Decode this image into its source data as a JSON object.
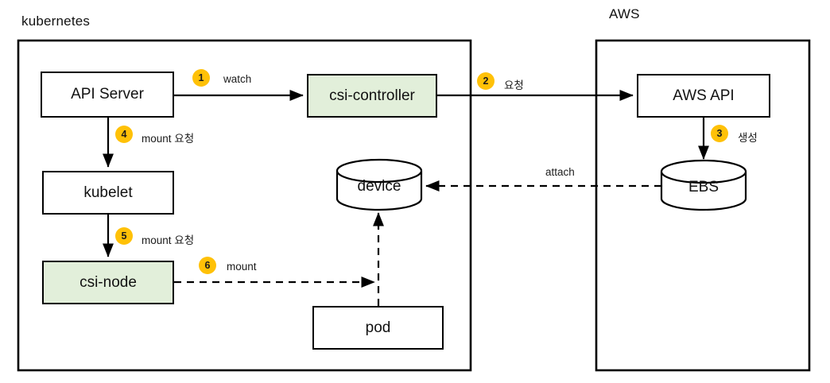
{
  "diagram": {
    "title_k8s": "kubernetes",
    "title_aws": "AWS",
    "colors": {
      "badge": "#ffc107",
      "node_fill": "#ffffff",
      "node_fill_green": "#e2efda",
      "stroke": "#000000",
      "text": "#111111"
    }
  },
  "zones": [
    {
      "name": "kubernetes",
      "label": "kubernetes"
    },
    {
      "name": "aws",
      "label": "AWS"
    }
  ],
  "nodes": [
    {
      "id": "api-server",
      "label": "API Server",
      "fill": "white"
    },
    {
      "id": "csi-controller",
      "label": "csi-controller",
      "fill": "green"
    },
    {
      "id": "aws-api",
      "label": "AWS API",
      "fill": "white"
    },
    {
      "id": "kubelet",
      "label": "kubelet",
      "fill": "white"
    },
    {
      "id": "csi-node",
      "label": "csi-node",
      "fill": "green"
    },
    {
      "id": "pod",
      "label": "pod",
      "fill": "white"
    }
  ],
  "cylinders": [
    {
      "id": "device",
      "label": "device"
    },
    {
      "id": "ebs",
      "label": "EBS"
    }
  ],
  "steps": [
    {
      "num": "1",
      "label": "watch",
      "from": "api-server",
      "to": "csi-controller",
      "style": "solid"
    },
    {
      "num": "2",
      "label": "요청",
      "from": "csi-controller",
      "to": "aws-api",
      "style": "solid"
    },
    {
      "num": "3",
      "label": "생성",
      "from": "aws-api",
      "to": "ebs",
      "style": "solid"
    },
    {
      "num": "4",
      "label": "mount 요청",
      "from": "api-server",
      "to": "kubelet",
      "style": "solid"
    },
    {
      "num": "5",
      "label": "mount 요청",
      "from": "kubelet",
      "to": "csi-node",
      "style": "solid"
    },
    {
      "num": "6",
      "label": "mount",
      "from": "csi-node",
      "to": "device",
      "style": "dashed"
    }
  ],
  "edge_labels": [
    {
      "id": "attach",
      "label": "attach",
      "from": "ebs",
      "to": "device",
      "style": "dashed"
    }
  ]
}
